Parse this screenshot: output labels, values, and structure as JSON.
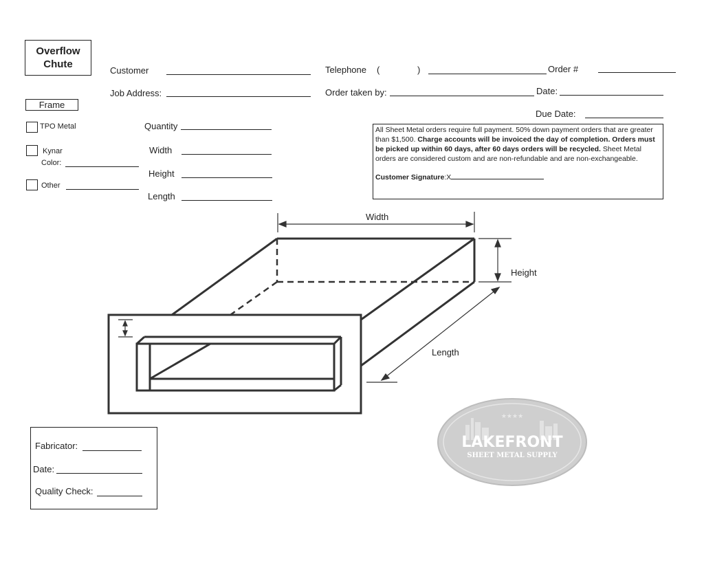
{
  "title": {
    "line1": "Overflow",
    "line2": "Chute"
  },
  "header": {
    "customer_label": "Customer",
    "job_address_label": "Job Address:",
    "telephone_label": "Telephone",
    "telephone_open": "(",
    "telephone_close": ")",
    "order_num_label": "Order #",
    "order_taken_label": "Order taken by:",
    "date_label": "Date:",
    "due_date_label": "Due Date:"
  },
  "frame": {
    "label": "Frame",
    "options": {
      "tpo": "TPO Metal",
      "kynar": "Kynar",
      "color": "Color:",
      "other": "Other"
    }
  },
  "dimensions": {
    "quantity": "Quantity",
    "width": "Width",
    "height": "Height",
    "length": "Length"
  },
  "notice": {
    "p1": "All Sheet Metal orders require full payment. 50% down payment orders that are greater than $1,500. ",
    "p2": "Charge accounts will be invoiced the day of completion. Orders must be picked up within 60 days, after 60 days orders will be recycled.",
    "p3": " Sheet Metal orders are considered custom and are non-refundable and are non-exchangeable.",
    "signature_label": "Customer Signature",
    "signature_x": ":X"
  },
  "diagram": {
    "width_label": "Width",
    "height_label": "Height",
    "length_label": "Length"
  },
  "fabricator": {
    "fabricator_label": "Fabricator:",
    "date_label": "Date:",
    "quality_label": "Quality Check:"
  },
  "logo": {
    "line1": "LAKEFRONT",
    "line2": "SHEET METAL SUPPLY",
    "stars": "★★★★",
    "color": "#c8c8c8"
  }
}
